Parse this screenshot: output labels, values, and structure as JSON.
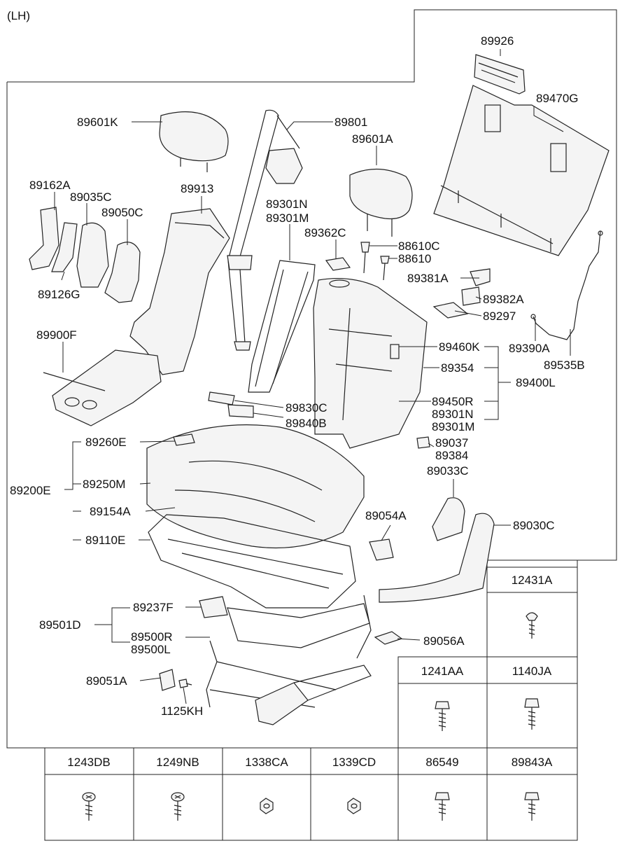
{
  "side_label": "(LH)",
  "labels": {
    "l89926": "89926",
    "l89470G": "89470G",
    "l89601K": "89601K",
    "l89801": "89801",
    "l89601A": "89601A",
    "l89162A": "89162A",
    "l89035C": "89035C",
    "l89050C": "89050C",
    "l89913": "89913",
    "l89301N_a": "89301N",
    "l89301M_a": "89301M",
    "l89362C": "89362C",
    "l88610C": "88610C",
    "l88610": "88610",
    "l89381A": "89381A",
    "l89382A": "89382A",
    "l89297": "89297",
    "l89390A": "89390A",
    "l89535B": "89535B",
    "l89126G": "89126G",
    "l89900F": "89900F",
    "l89460K": "89460K",
    "l89354": "89354",
    "l89400L": "89400L",
    "l89450R": "89450R",
    "l89301N_b": "89301N",
    "l89301M_b": "89301M",
    "l89830C": "89830C",
    "l89840B": "89840B",
    "l89037": "89037",
    "l89384": "89384",
    "l89260E": "89260E",
    "l89033C": "89033C",
    "l89200E": "89200E",
    "l89250M": "89250M",
    "l89154A": "89154A",
    "l89054A": "89054A",
    "l89030C": "89030C",
    "l89110E": "89110E",
    "l89237F": "89237F",
    "l89501D": "89501D",
    "l89500R": "89500R",
    "l89500L": "89500L",
    "l89056A": "89056A",
    "l89051A": "89051A",
    "l1125KH": "1125KH"
  },
  "fastener_table": {
    "top": [
      "12431A"
    ],
    "middle": [
      "1241AA",
      "1140JA"
    ],
    "bottom": [
      "1243DB",
      "1249NB",
      "1338CA",
      "1339CD",
      "86549",
      "89843A"
    ]
  }
}
